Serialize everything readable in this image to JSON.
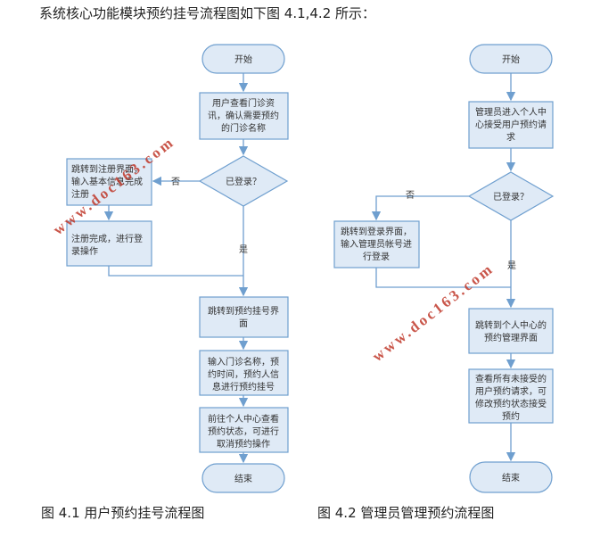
{
  "heading": "系统核心功能模块预约挂号流程图如下图 4.1,4.2 所示：",
  "watermark": "www.doc163.com",
  "colors": {
    "node_fill": "#dfeaf6",
    "node_stroke": "#6f9fcf",
    "watermark": "#c0392b"
  },
  "flow1": {
    "caption": "图 4.1 用户预约挂号流程图",
    "start": "开始",
    "view": [
      "用户查看门诊资",
      "讯，确认需要预约",
      "的门诊名称"
    ],
    "logged_in": "已登录？",
    "no": "否",
    "yes": "是",
    "register": [
      "跳转到注册界面，",
      "输入基本信息完成",
      "注册"
    ],
    "register_done": [
      "注册完成，进行登",
      "录操作"
    ],
    "goto_booking": [
      "跳转到预约挂号界",
      "面"
    ],
    "input_booking": [
      "输入门诊名称，预",
      "约时间，预约人信",
      "息进行预约挂号"
    ],
    "goto_center": [
      "前往个人中心查看",
      "预约状态，可进行",
      "取消预约操作"
    ],
    "end": "结束"
  },
  "flow2": {
    "caption": "图 4.2 管理员管理预约流程图",
    "start": "开始",
    "admin_center": [
      "管理员进入个人中",
      "心接受用户预约请",
      "求"
    ],
    "logged_in": "已登录？",
    "no": "否",
    "yes": "是",
    "login": [
      "跳转到登录界面，",
      "输入管理员帐号进",
      "行登录"
    ],
    "goto_manage": [
      "跳转到个人中心的",
      "预约管理界面"
    ],
    "view_requests": [
      "查看所有未接受的",
      "用户预约请求，可",
      "修改预约状态接受",
      "预约"
    ],
    "end": "结束"
  }
}
